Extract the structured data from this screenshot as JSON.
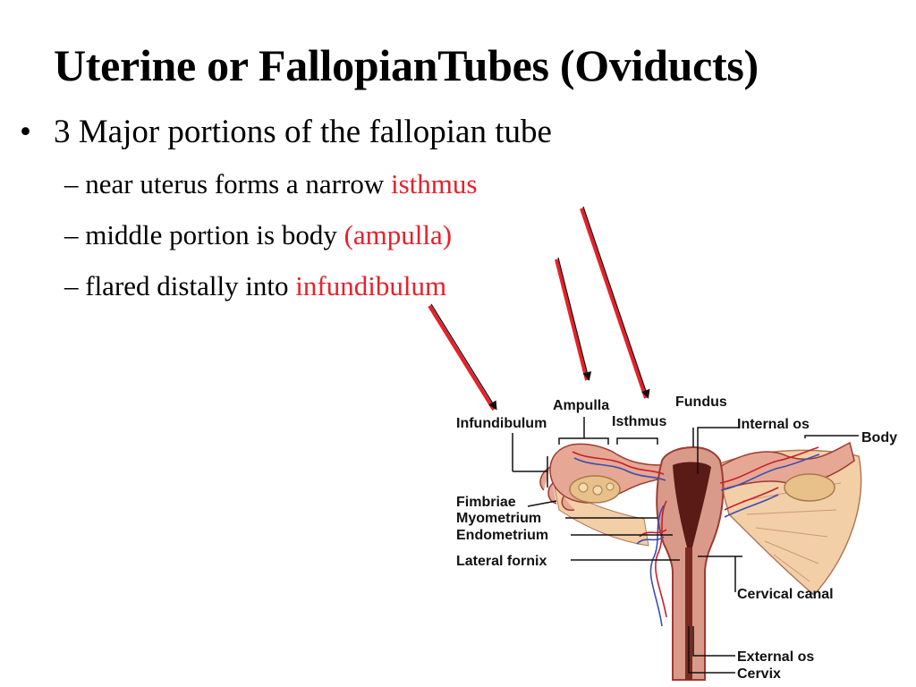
{
  "slide": {
    "title": "Uterine or FallopianTubes (Oviducts)",
    "bullet_marker": "•",
    "bullet": "3 Major portions of the fallopian tube",
    "sub_items": [
      {
        "prefix": "– near uterus forms a narrow ",
        "term": "isthmus"
      },
      {
        "prefix": "– middle portion is body ",
        "term": "(ampulla)"
      },
      {
        "prefix": "– flared distally into ",
        "term": "infundibulum"
      }
    ]
  },
  "diagram": {
    "labels": {
      "ampulla": "Ampulla",
      "infundibulum": "Infundibulum",
      "isthmus": "Isthmus",
      "fundus": "Fundus",
      "internal_os": "Internal os",
      "body": "Body",
      "fimbriae": "Fimbriae",
      "myometrium": "Myometrium",
      "endometrium": "Endometrium",
      "lateral_fornix": "Lateral fornix",
      "cervical_canal": "Cervical canal",
      "external_os": "External os",
      "cervix": "Cervix"
    },
    "colors": {
      "accent_red": "#e8202a",
      "tissue": "#d99a8a",
      "tissue_dark": "#9e3b32",
      "cavity": "#5a1a16",
      "vessel_red": "#c8202a",
      "vessel_blue": "#3a4fb0",
      "ovary": "#e8c08a"
    }
  }
}
